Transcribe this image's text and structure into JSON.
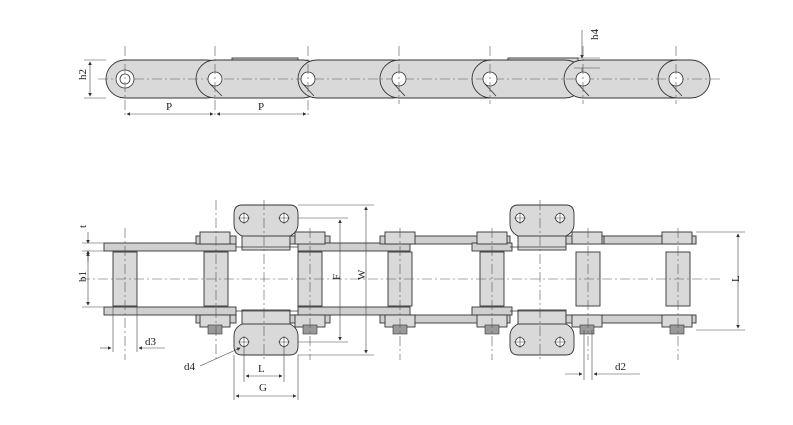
{
  "labels": {
    "h2": "h2",
    "h4": "h4",
    "P_left": "P",
    "P_right": "P",
    "t": "t",
    "b1": "b1",
    "F": "F",
    "W": "W",
    "L_right": "L",
    "d3": "d3",
    "d4": "d4",
    "L_bottom": "L",
    "G": "G",
    "d2": "d2"
  }
}
